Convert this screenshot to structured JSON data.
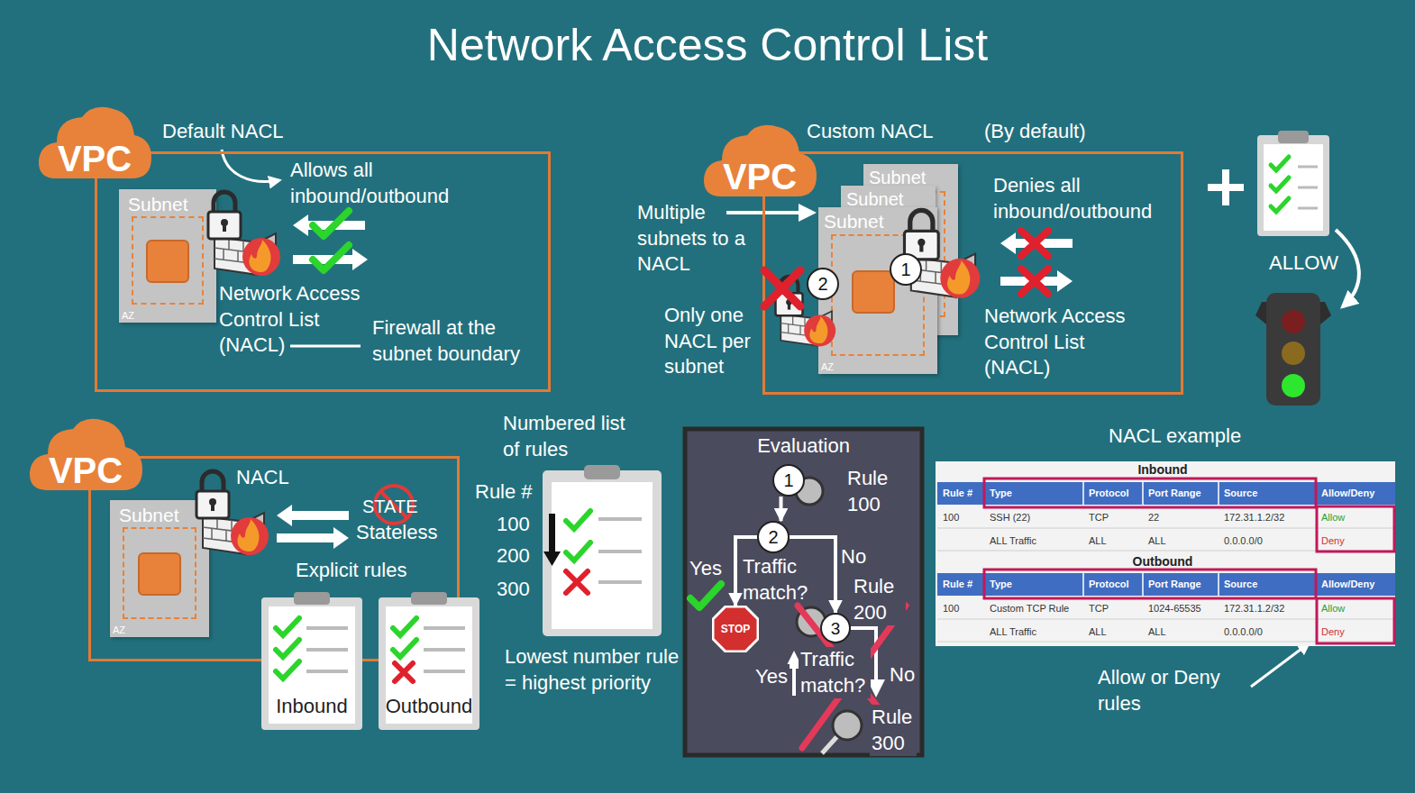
{
  "diagram": {
    "title": "Network Access Control List",
    "nodes": [
      {
        "text": [
          "VPC"
        ]
      },
      {
        "text": [
          "Default NACL"
        ]
      },
      {
        "text": [
          "Subnet",
          "AZ"
        ],
        "in": 1
      },
      {
        "text": [
          "VPC"
        ]
      },
      {
        "text": [
          "Custom NACL"
        ]
      },
      {
        "text": [
          "Subnet"
        ],
        "in": 4
      },
      {
        "text": [
          "Subnet"
        ],
        "in": 4
      },
      {
        "text": [
          "Subnet",
          "AZ"
        ],
        "in": 4
      },
      {
        "text": [
          "1"
        ],
        "in": 4
      },
      {
        "text": [
          "2"
        ],
        "in": 4
      },
      {
        "text": [
          "VPC"
        ]
      },
      {
        "text": [
          "NACL"
        ]
      },
      {
        "text": [
          "Subnet",
          "AZ"
        ],
        "in": 11
      },
      {
        "text": [
          "Inbound"
        ]
      },
      {
        "text": [
          "Outbound"
        ]
      },
      {
        "text": [
          "Evaluation"
        ]
      },
      {
        "text": [
          "1"
        ],
        "in": 15
      },
      {
        "text": [
          "2"
        ],
        "in": 15
      },
      {
        "text": [
          "3"
        ],
        "in": 15
      },
      {
        "text": [
          "STOP"
        ],
        "in": 15
      }
    ],
    "edges": [
      {
        "from": 16,
        "to": 17,
        "arrow": "to"
      },
      {
        "from": 17,
        "to": 19,
        "arrow": "to"
      },
      {
        "from": 17,
        "to": 18,
        "arrow": "to"
      }
    ],
    "labels": [
      "Allows all inbound/outbound",
      "Network Access Control List (NACL)",
      "Firewall at the subnet boundary",
      "(By default)",
      "Multiple subnets to a NACL",
      "Denies all inbound/outbound",
      "Only one NACL per subnet",
      "Network Access Control List (NACL)",
      "ALLOW",
      "STATE",
      "Stateless",
      "Explicit rules",
      "Numbered list of rules",
      "Rule #",
      "100",
      "200",
      "300",
      "Lowest number rule = highest priority",
      "Rule 100",
      "Yes",
      "Traffic match?",
      "No",
      "Rule 200",
      "Yes",
      "Traffic match?",
      "No",
      "Rule 300",
      "NACL example",
      "Inbound",
      "Rule #",
      "Type",
      "Protocol",
      "Port Range",
      "Source",
      "Allow/Deny",
      "100",
      "SSH (22)",
      "TCP",
      "22",
      "172.31.1.2/32",
      "Allow",
      "ALL Traffic",
      "ALL",
      "ALL",
      "0.0.0.0/0",
      "Deny",
      "Outbound",
      "Rule #",
      "Type",
      "Protocol",
      "Port Range",
      "Source",
      "Allow/Deny",
      "100",
      "Custom TCP Rule",
      "TCP",
      "1024-65535",
      "172.31.1.2/32",
      "Allow",
      "ALL Traffic",
      "ALL",
      "ALL",
      "0.0.0.0/0",
      "Deny",
      "Allow or Deny rules"
    ]
  }
}
